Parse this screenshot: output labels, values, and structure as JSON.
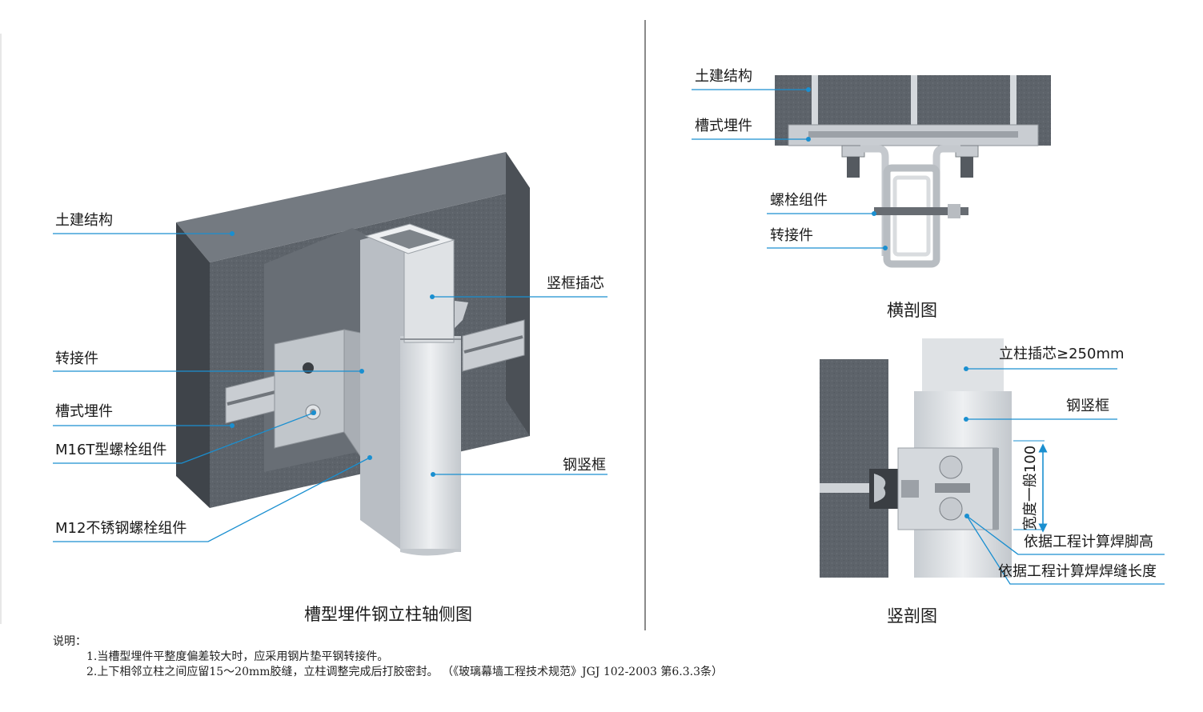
{
  "left_view": {
    "title": "槽型埋件钢立柱轴侧图",
    "labels": {
      "civil_structure": "土建结构",
      "mullion_core": "竖框插芯",
      "adapter": "转接件",
      "channel_embed": "槽式埋件",
      "t_bolt": "M16T型螺栓组件",
      "steel_mullion": "钢竖框",
      "ss_bolt": "M12不锈钢螺栓组件"
    }
  },
  "horizontal_section": {
    "title": "横剖图",
    "labels": {
      "civil_structure": "土建结构",
      "channel_embed": "槽式埋件",
      "bolt_assembly": "螺栓组件",
      "adapter": "转接件"
    }
  },
  "vertical_section": {
    "title": "竖剖图",
    "labels": {
      "core_length": "立柱插芯≥250mm",
      "steel_mullion": "钢竖框",
      "width": "宽度一般100",
      "weld_height": "依据工程计算焊脚高",
      "weld_length": "依据工程计算焊焊缝长度"
    }
  },
  "notes": {
    "title": "说明：",
    "items": [
      "1.当槽型埋件平整度偏差较大时，应采用钢片垫平钢转接件。",
      "2.上下相邻立柱之间应留15～20mm胶缝，立柱调整完成后打胶密封。 （《玻璃幕墙工程技术规范》JGJ 102-2003 第6.3.3条）"
    ]
  },
  "colors": {
    "leader": "#1a8fd0",
    "concrete": "#5b6168",
    "steel": "#d3d7db",
    "divider": "#8a8a8a"
  }
}
